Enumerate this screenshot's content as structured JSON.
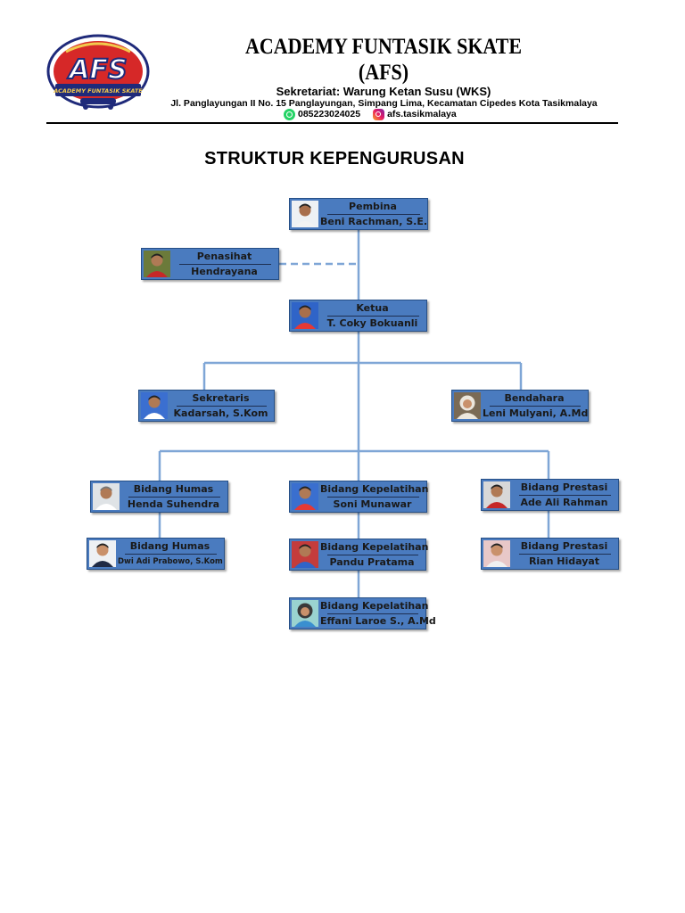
{
  "header": {
    "org_name": "ACADEMY FUNTASIK SKATE",
    "org_abbr": "(AFS)",
    "secretariat": "Sekretariat: Warung Ketan Susu (WKS)",
    "address": "Jl. Panglayungan II No. 15 Panglayungan, Simpang Lima, Kecamatan Cipedes Kota Tasikmalaya",
    "phone": "085223024025",
    "instagram": "afs.tasikmalaya",
    "logo": {
      "letters": "AFS",
      "ribbon": "ACADEMY FUNTASIK SKATE"
    }
  },
  "title": "STRUKTUR KEPENGURUSAN",
  "colors": {
    "box_fill": "#4a7bbf",
    "box_border": "#264f86",
    "connector": "#7fa6d6",
    "brand_red": "#d62828",
    "brand_navy": "#1f2a7a"
  },
  "org": {
    "pembina": {
      "role": "Pembina",
      "name": "Beni Rachman, S.E."
    },
    "penasihat": {
      "role": "Penasihat",
      "name": "Hendrayana"
    },
    "ketua": {
      "role": "Ketua",
      "name": "T. Coky Bokuanli"
    },
    "sekretaris": {
      "role": "Sekretaris",
      "name": "Kadarsah, S.Kom"
    },
    "bendahara": {
      "role": "Bendahara",
      "name": "Leni Mulyani, A.Md"
    },
    "humas1": {
      "role": "Bidang Humas",
      "name": "Henda Suhendra"
    },
    "humas2": {
      "role": "Bidang Humas",
      "name": "Dwi Adi Prabowo, S.Kom"
    },
    "kepelatihan1": {
      "role": "Bidang Kepelatihan",
      "name": "Soni Munawar"
    },
    "kepelatihan2": {
      "role": "Bidang Kepelatihan",
      "name": "Pandu Pratama"
    },
    "kepelatihan3": {
      "role": "Bidang Kepelatihan",
      "name": "Effani Laroe S., A.Md"
    },
    "prestasi1": {
      "role": "Bidang Prestasi",
      "name": "Ade Ali Rahman"
    },
    "prestasi2": {
      "role": "Bidang Prestasi",
      "name": "Rian Hidayat"
    }
  }
}
